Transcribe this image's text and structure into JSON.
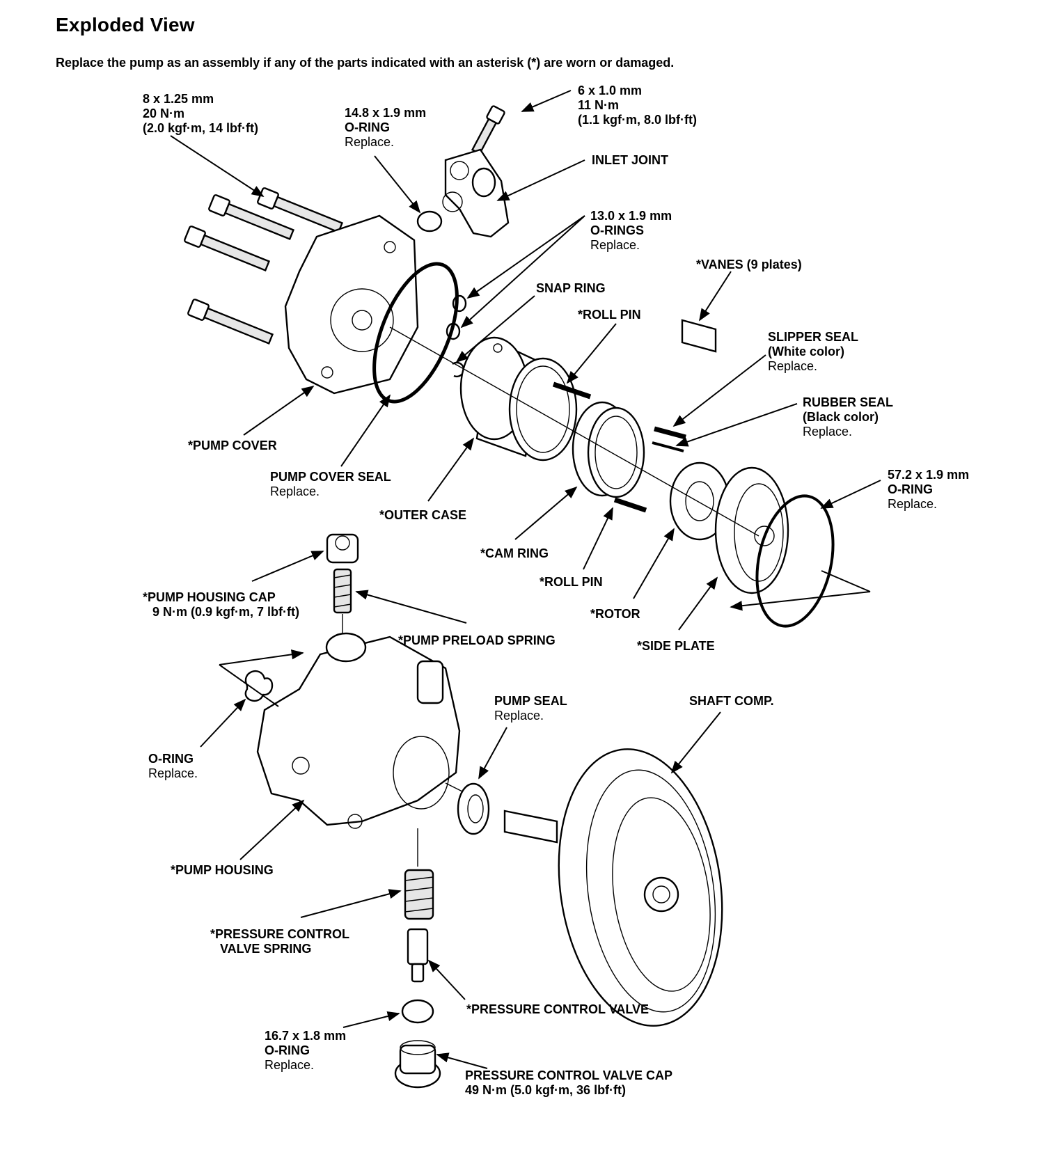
{
  "title": "Exploded View",
  "subtitle": "Replace the pump as an assembly if any of the parts indicated with an asterisk (*) are worn or damaged.",
  "labels": {
    "bolt_8": {
      "l1": "8 x 1.25 mm",
      "l2": "20 N·m",
      "l3": "(2.0 kgf·m, 14 lbf·ft)"
    },
    "oring_148": {
      "l1": "14.8 x 1.9 mm",
      "l2": "O-RING",
      "l3": "Replace."
    },
    "bolt_6": {
      "l1": "6 x 1.0 mm",
      "l2": "11 N·m",
      "l3": "(1.1 kgf·m, 8.0 lbf·ft)"
    },
    "inlet_joint": {
      "l1": "INLET JOINT"
    },
    "orings_130": {
      "l1": "13.0 x 1.9 mm",
      "l2": "O-RINGS",
      "l3": "Replace."
    },
    "vanes": {
      "l1": "*VANES (9 plates)"
    },
    "snap_ring": {
      "l1": "SNAP RING"
    },
    "roll_pin_top": {
      "l1": "*ROLL PIN"
    },
    "slipper_seal": {
      "l1": "SLIPPER SEAL",
      "l2": "(White color)",
      "l3": "Replace."
    },
    "rubber_seal": {
      "l1": "RUBBER SEAL",
      "l2": "(Black color)",
      "l3": "Replace."
    },
    "oring_572": {
      "l1": "57.2 x 1.9 mm",
      "l2": "O-RING",
      "l3": "Replace."
    },
    "pump_cover": {
      "l1": "*PUMP COVER"
    },
    "pump_cover_seal": {
      "l1": "PUMP COVER SEAL",
      "l2": "Replace."
    },
    "outer_case": {
      "l1": "*OUTER CASE"
    },
    "cam_ring": {
      "l1": "*CAM RING"
    },
    "roll_pin_bottom": {
      "l1": "*ROLL PIN"
    },
    "rotor": {
      "l1": "*ROTOR"
    },
    "side_plate": {
      "l1": "*SIDE PLATE"
    },
    "pump_housing_cap": {
      "l1": "*PUMP HOUSING CAP",
      "l2": "9 N·m (0.9 kgf·m, 7 lbf·ft)"
    },
    "pump_preload_spring": {
      "l1": "*PUMP PRELOAD SPRING"
    },
    "pump_seal": {
      "l1": "PUMP SEAL",
      "l2": "Replace."
    },
    "shaft_comp": {
      "l1": "SHAFT COMP."
    },
    "oring_housing": {
      "l1": "O-RING",
      "l2": "Replace."
    },
    "pump_housing": {
      "l1": "*PUMP HOUSING"
    },
    "pcv_spring": {
      "l1": "*PRESSURE CONTROL",
      "l2": "VALVE SPRING"
    },
    "pcv": {
      "l1": "*PRESSURE CONTROL VALVE"
    },
    "oring_167": {
      "l1": "16.7 x 1.8 mm",
      "l2": "O-RING",
      "l3": "Replace."
    },
    "pcv_cap": {
      "l1": "PRESSURE CONTROL VALVE CAP",
      "l2": "49 N·m (5.0 kgf·m, 36 lbf·ft)"
    }
  }
}
